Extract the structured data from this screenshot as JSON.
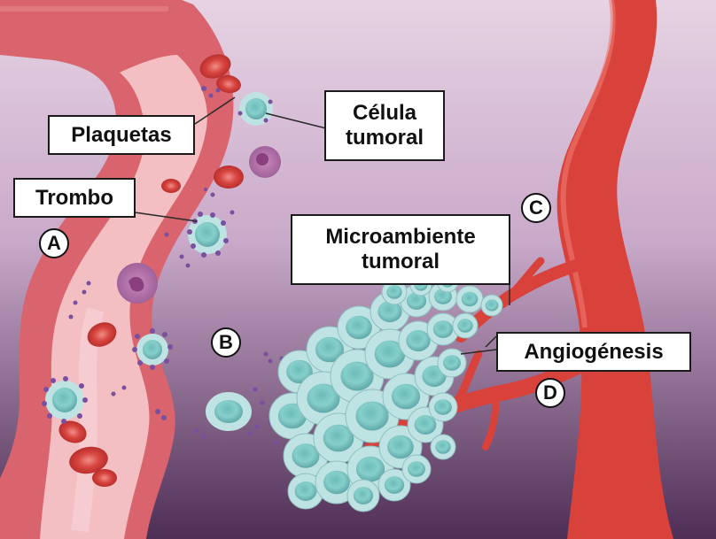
{
  "labels": {
    "plaquetas": "Plaquetas",
    "celula_tumoral_1": "Célula",
    "celula_tumoral_2": "tumoral",
    "trombo": "Trombo",
    "microambiente_1": "Microambiente",
    "microambiente_2": "tumoral",
    "angiogenesis": "Angiogénesis"
  },
  "markers": {
    "a": "A",
    "b": "B",
    "c": "C",
    "d": "D"
  },
  "colors": {
    "background": "#c9a9c9",
    "vessel_wall": "#d9646e",
    "vessel_lumen": "#f3bfc2",
    "red_blood_cell": "#d8443f",
    "tumor_cell_outer": "#bfe3e3",
    "tumor_cell_nucleus": "#7fc7c5",
    "platelet": "#7a4fa0",
    "leukocyte": "#b46fa6",
    "artery": "#d9413b"
  }
}
